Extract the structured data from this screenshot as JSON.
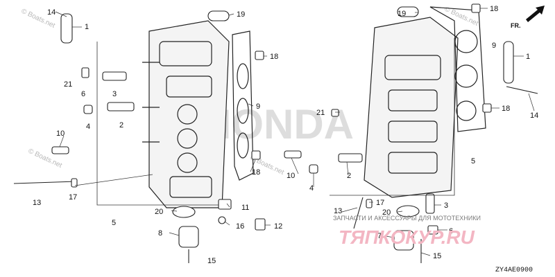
{
  "diagram": {
    "direction_label": "FR.",
    "code": "ZY4AE0900",
    "brand_watermark": "HONDA",
    "site_watermark": "© Boats.net",
    "tagline": "ЗАПЧАСТИ И АКСЕССУАРЫ ДЛЯ МОТОТЕХНИКИ",
    "promo": "ТЯПКОКУР.RU"
  },
  "callouts": {
    "left": {
      "c14": "14",
      "c1": "1",
      "c19": "19",
      "c18": "18",
      "c21": "21",
      "c6": "6",
      "c3": "3",
      "c9": "9",
      "c4": "4",
      "c2": "2",
      "c10": "10",
      "c18b": "18",
      "c13": "13",
      "c17": "17",
      "c5": "5",
      "c20": "20",
      "c11": "11",
      "c8": "8",
      "c16": "16",
      "c12": "12",
      "c15": "15"
    },
    "right": {
      "c19": "19",
      "c18": "18",
      "c9": "9",
      "c1": "1",
      "c21": "21",
      "c14": "14",
      "c18b": "18",
      "c10": "10",
      "c2": "2",
      "c4": "4",
      "c5": "5",
      "c17": "17",
      "c3": "3",
      "c13": "13",
      "c20": "20",
      "c6": "6",
      "c7": "7",
      "c15": "15"
    }
  }
}
